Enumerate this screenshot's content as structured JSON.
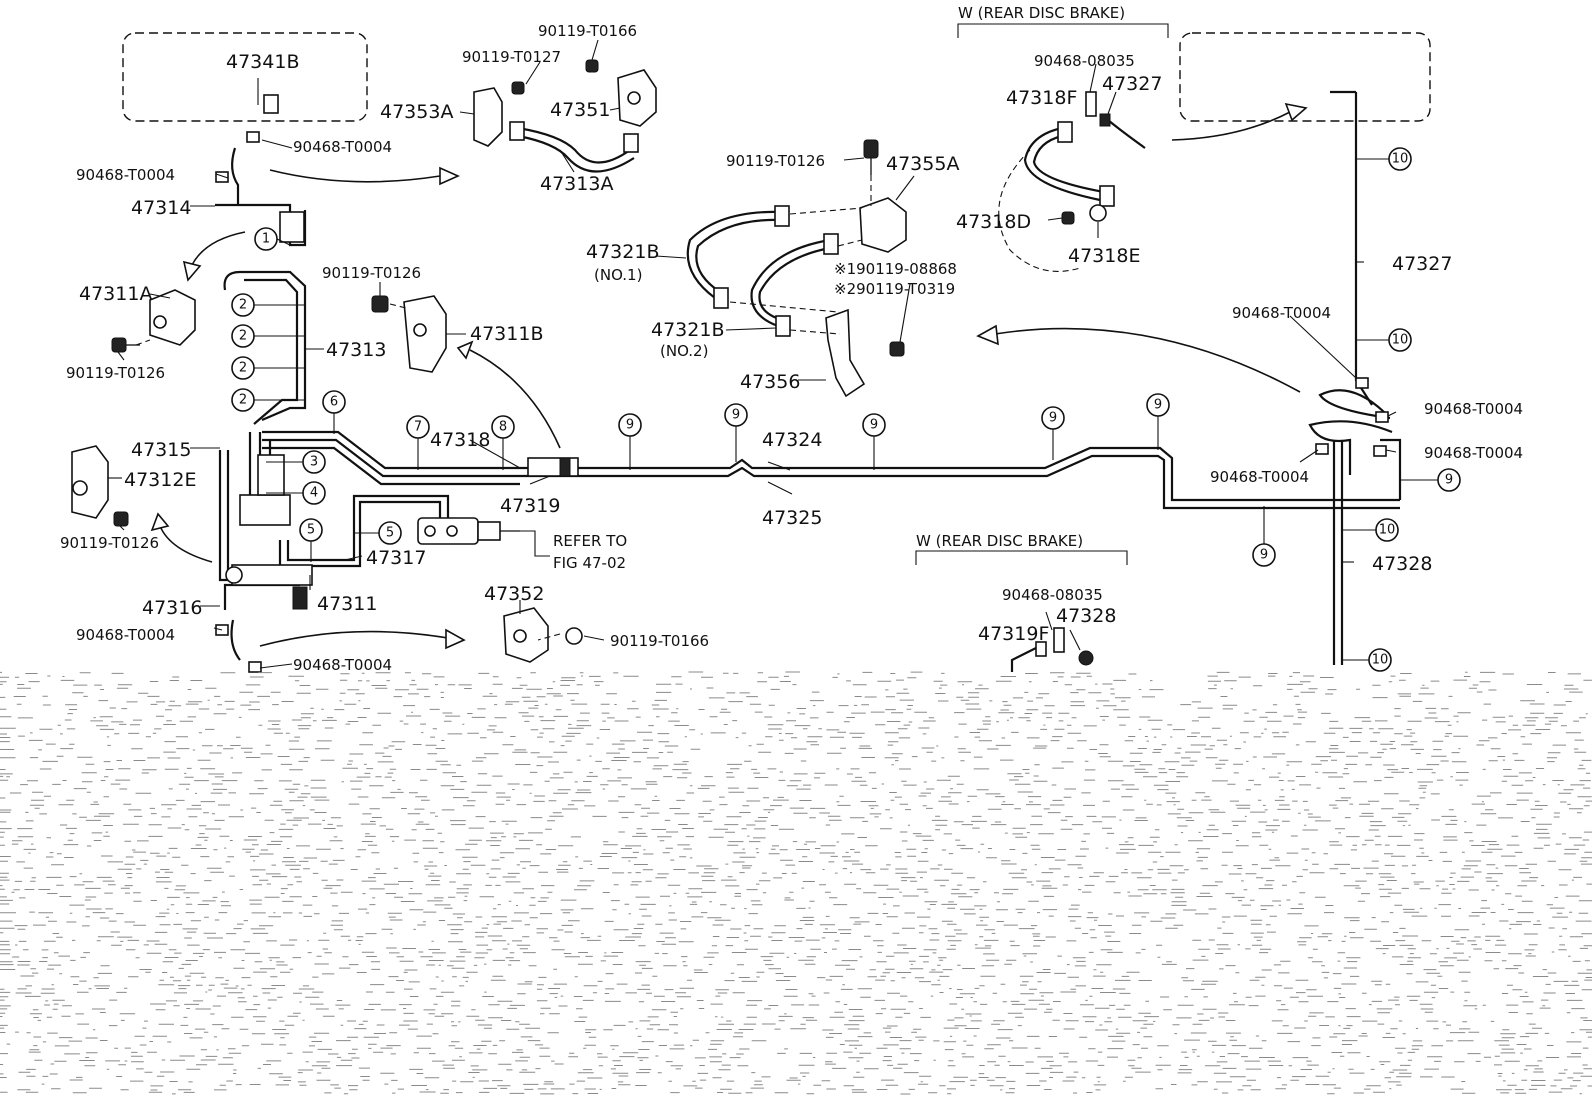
{
  "labels": {
    "p47341B": "47341B",
    "p90468T0004_a": "90468-T0004",
    "p90468T0004_b": "90468-T0004",
    "p47314": "47314",
    "p47311A": "47311A",
    "p90119T0126_a": "90119-T0126",
    "p47313": "47313",
    "p47315": "47315",
    "p47312E": "47312E",
    "p90119T0126_b": "90119-T0126",
    "p47316": "47316",
    "p90468T0004_c": "90468-T0004",
    "p90468T0004_d": "90468-T0004",
    "p47311": "47311",
    "p47317": "47317",
    "p90119T0166_a": "90119-T0166",
    "p90119T0127": "90119-T0127",
    "p47353A": "47353A",
    "p47351": "47351",
    "p47313A": "47313A",
    "p90119T0126_c": "90119-T0126",
    "p47311B": "47311B",
    "p47318": "47318",
    "p47319": "47319",
    "refer1": "REFER TO",
    "refer2": "FIG 47-02",
    "p47352": "47352",
    "p90119T0166_b": "90119-T0166",
    "p90119T0126_d": "90119-T0126",
    "p47355A": "47355A",
    "p47321B_1": "47321B",
    "no1": "(NO.1)",
    "p47321B_2": "47321B",
    "no2": "(NO.2)",
    "note1": "※190119-08868",
    "note2": "※290119-T0319",
    "p47356": "47356",
    "p47324": "47324",
    "p47325": "47325",
    "w_top": "W (REAR DISC BRAKE)",
    "p90468_08035_a": "90468-08035",
    "p47327_top": "47327",
    "p47318F": "47318F",
    "p47318D": "47318D",
    "p47318E": "47318E",
    "p47327": "47327",
    "p90468T0004_e": "90468-T0004",
    "p90468T0004_f": "90468-T0004",
    "p90468T0004_g": "90468-T0004",
    "p90468T0004_h": "90468-T0004",
    "p47328": "47328",
    "w_bottom": "W (REAR DISC BRAKE)",
    "p90468_08035_b": "90468-08035",
    "p47319F": "47319F",
    "p47328_b": "47328"
  },
  "callouts": [
    "1",
    "2",
    "3",
    "4",
    "5",
    "6",
    "7",
    "8",
    "9",
    "10"
  ]
}
